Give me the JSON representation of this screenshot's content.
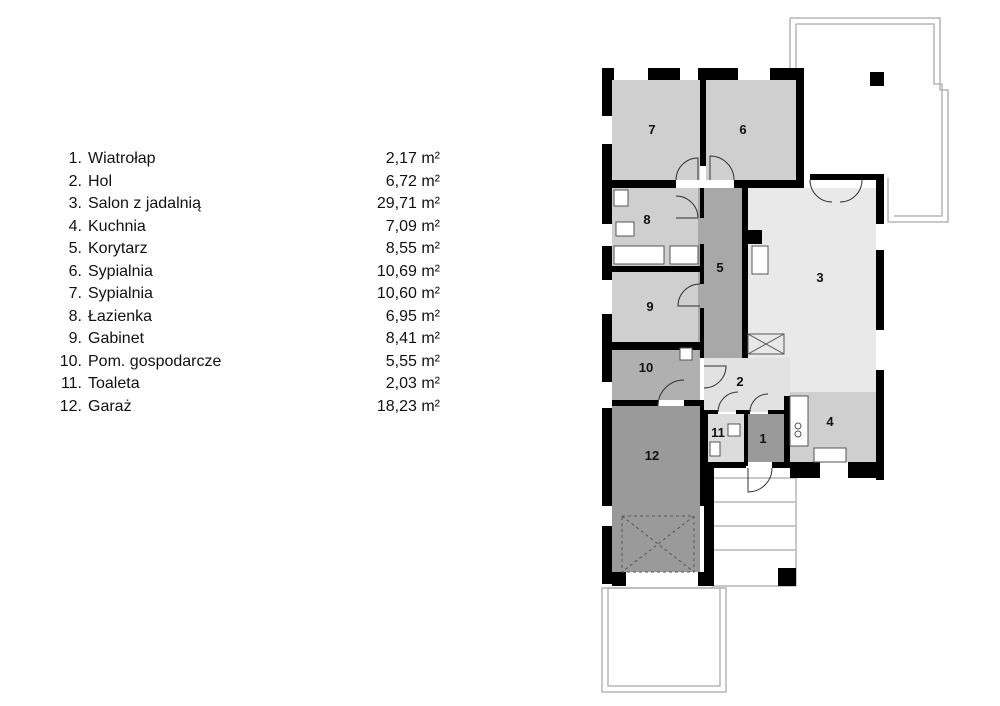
{
  "legend": [
    {
      "num": "1.",
      "name": "Wiatrołap",
      "area": "2,17 m²"
    },
    {
      "num": "2.",
      "name": "Hol",
      "area": "6,72 m²"
    },
    {
      "num": "3.",
      "name": "Salon z jadalnią",
      "area": "29,71 m²"
    },
    {
      "num": "4.",
      "name": "Kuchnia",
      "area": "7,09 m²"
    },
    {
      "num": "5.",
      "name": "Korytarz",
      "area": "8,55 m²"
    },
    {
      "num": "6.",
      "name": "Sypialnia",
      "area": "10,69 m²"
    },
    {
      "num": "7.",
      "name": "Sypialnia",
      "area": "10,60 m²"
    },
    {
      "num": "8.",
      "name": "Łazienka",
      "area": "6,95 m²"
    },
    {
      "num": "9.",
      "name": "Gabinet",
      "area": "8,41 m²"
    },
    {
      "num": "10.",
      "name": "Pom. gospodarcze",
      "area": "5,55 m²"
    },
    {
      "num": "11.",
      "name": "Toaleta",
      "area": "2,03 m²"
    },
    {
      "num": "12.",
      "name": "Garaż",
      "area": "18,23 m²"
    }
  ],
  "plan": {
    "room_labels": [
      "1",
      "2",
      "3",
      "4",
      "5",
      "6",
      "7",
      "8",
      "9",
      "10",
      "11",
      "12"
    ],
    "colors": {
      "wall": "#000000",
      "room_light": "#e9e9e9",
      "room_medium": "#cfcfcf",
      "room_corridor": "#a8a8a8",
      "room_garage": "#9a9a9a",
      "terrace_outline": "#b5b5b5"
    }
  }
}
